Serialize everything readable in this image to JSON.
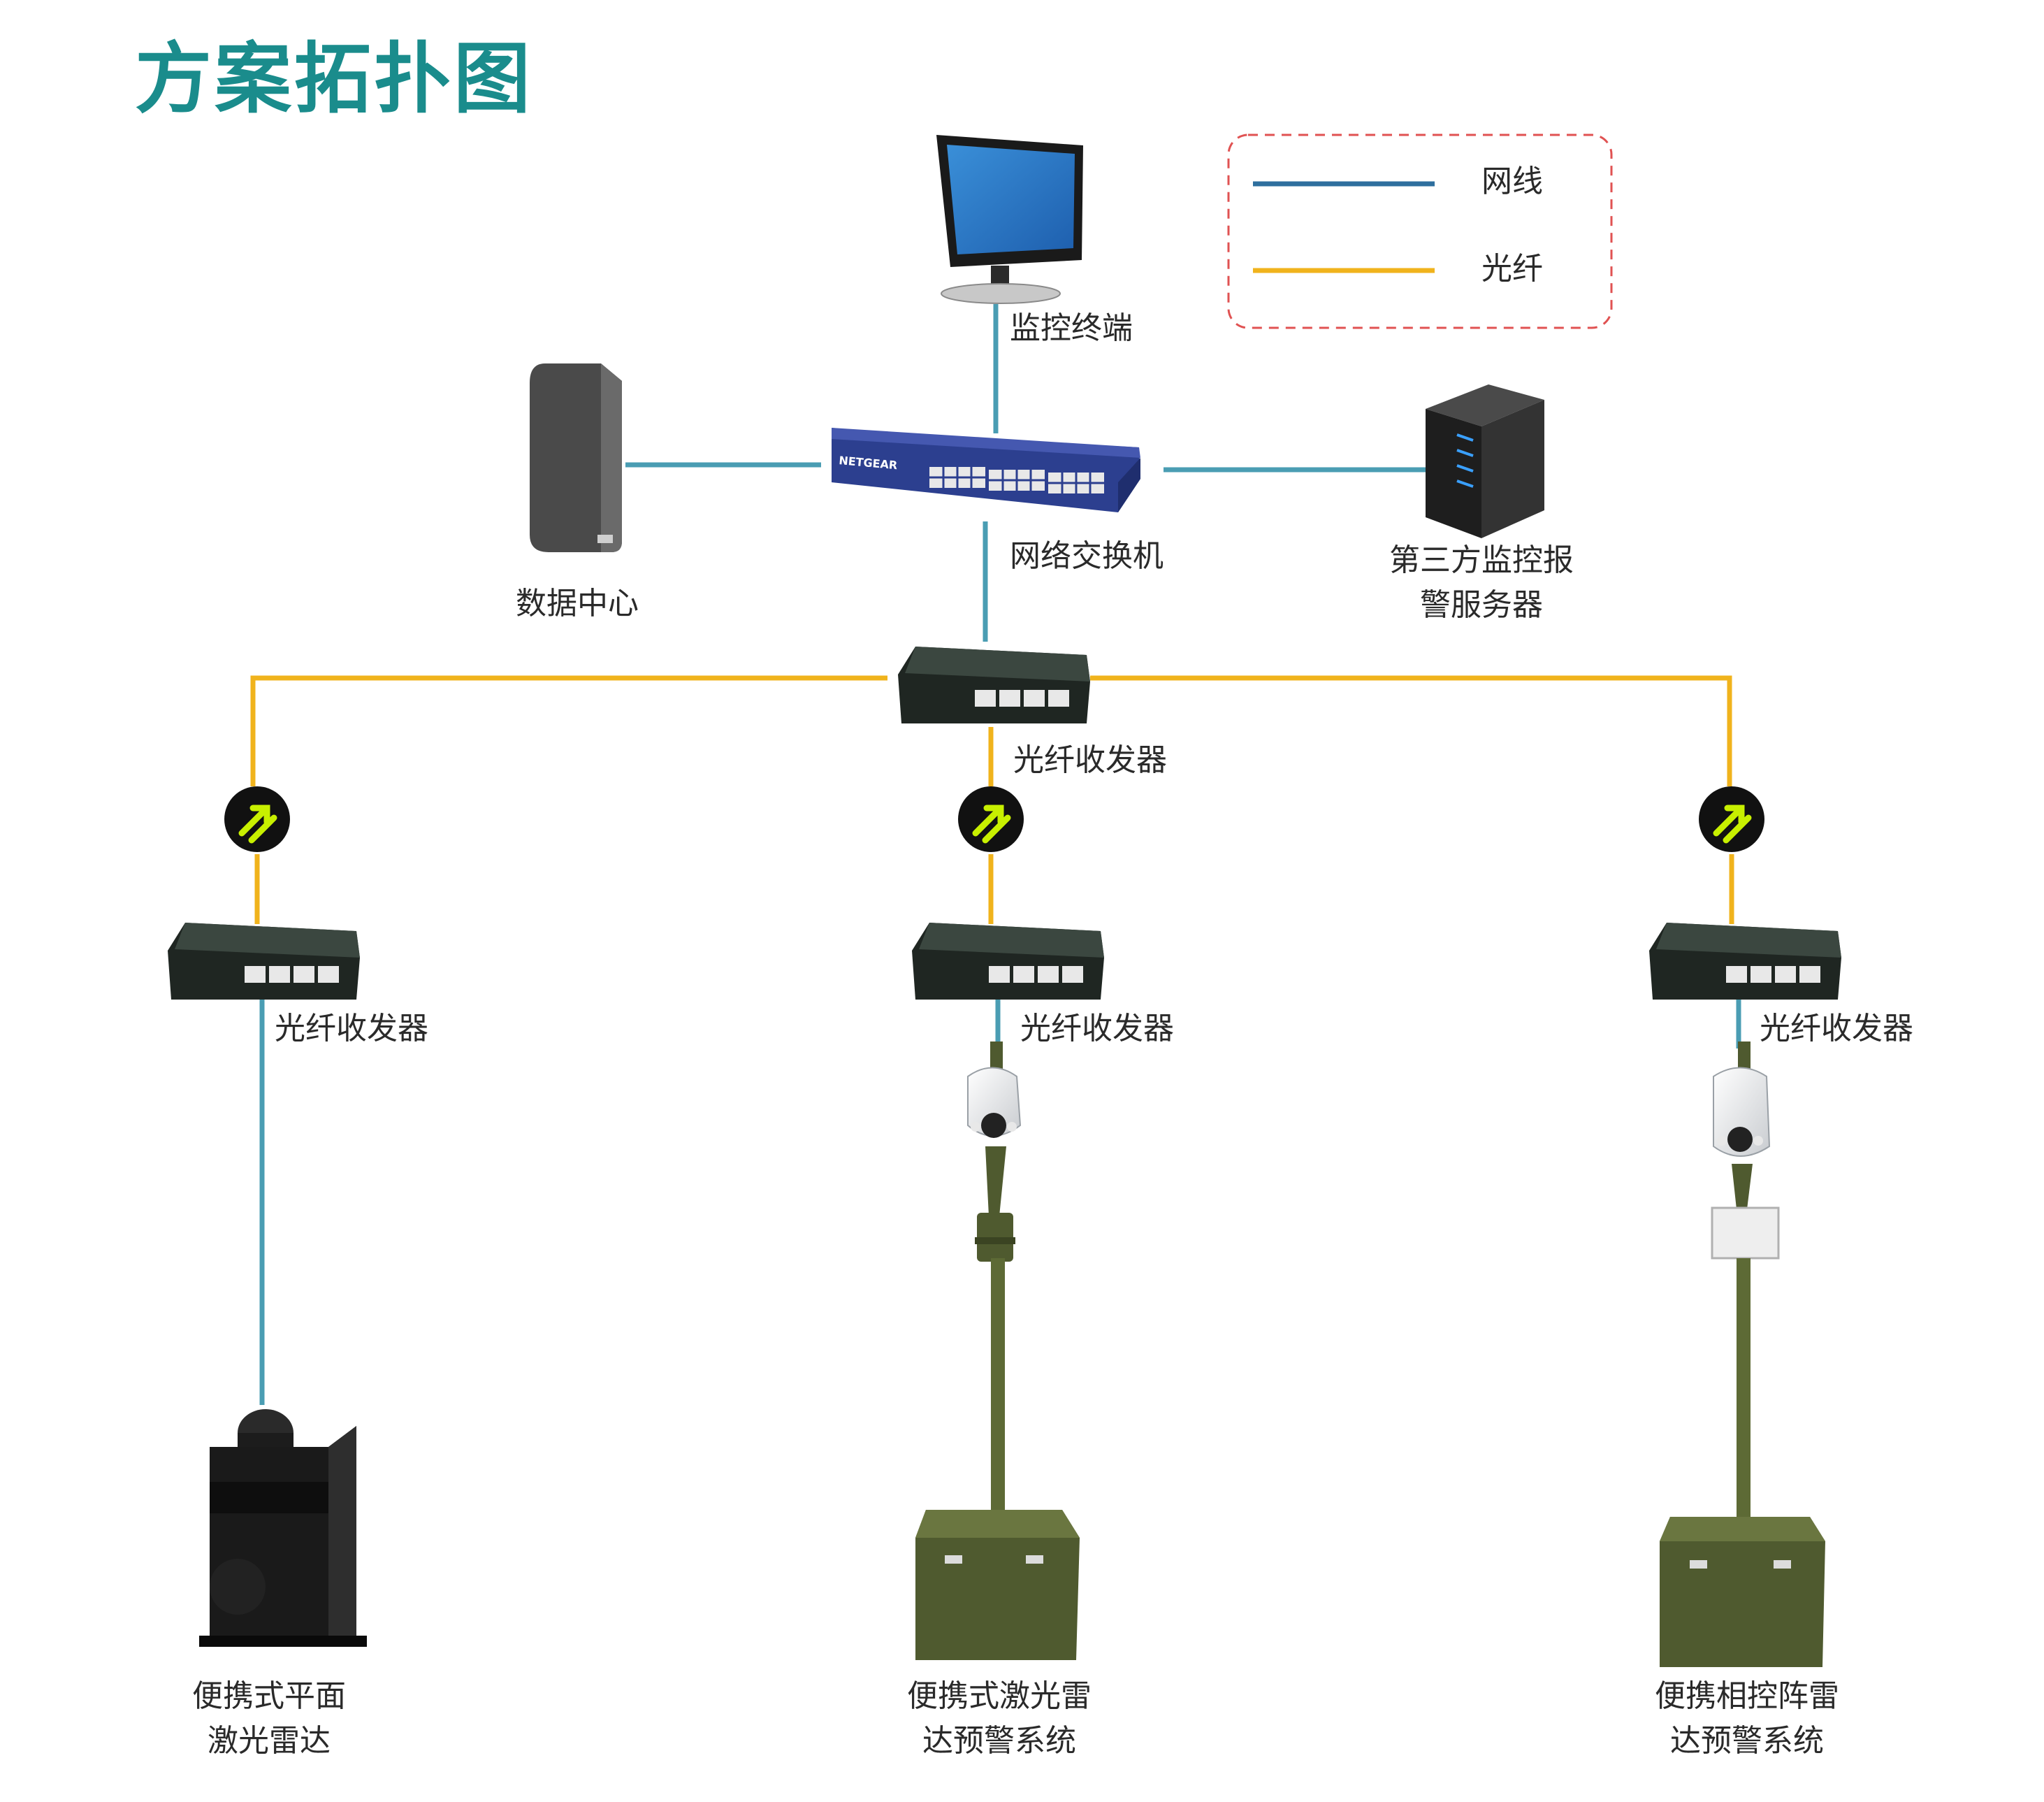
{
  "title": "方案拓扑图",
  "legend": {
    "items": [
      {
        "label": "网线",
        "color": "#2e6f9e"
      },
      {
        "label": "光纤",
        "color": "#f0b31c"
      }
    ],
    "border_color": "#e05252"
  },
  "colors": {
    "network_line": "#4a9db3",
    "fiber_line": "#f0b31c",
    "title": "#1a8c8c",
    "arrow_marker": "#c8f000"
  },
  "nodes": {
    "monitor": {
      "label": "监控终端"
    },
    "switch": {
      "label": "网络交换机",
      "brand_text": "NETGEAR"
    },
    "data_center": {
      "label": "数据中心"
    },
    "server": {
      "line1": "第三方监控报",
      "line2": "警服务器"
    },
    "main_transceiver": {
      "label": "光纤收发器"
    },
    "left_transceiver": {
      "label": "光纤收发器"
    },
    "center_transceiver": {
      "label": "光纤收发器"
    },
    "right_transceiver": {
      "label": "光纤收发器"
    },
    "left_device": {
      "line1": "便携式平面",
      "line2": "激光雷达"
    },
    "center_device": {
      "line1": "便携式激光雷",
      "line2": "达预警系统"
    },
    "right_device": {
      "line1": "便携相控阵雷",
      "line2": "达预警系统"
    }
  }
}
